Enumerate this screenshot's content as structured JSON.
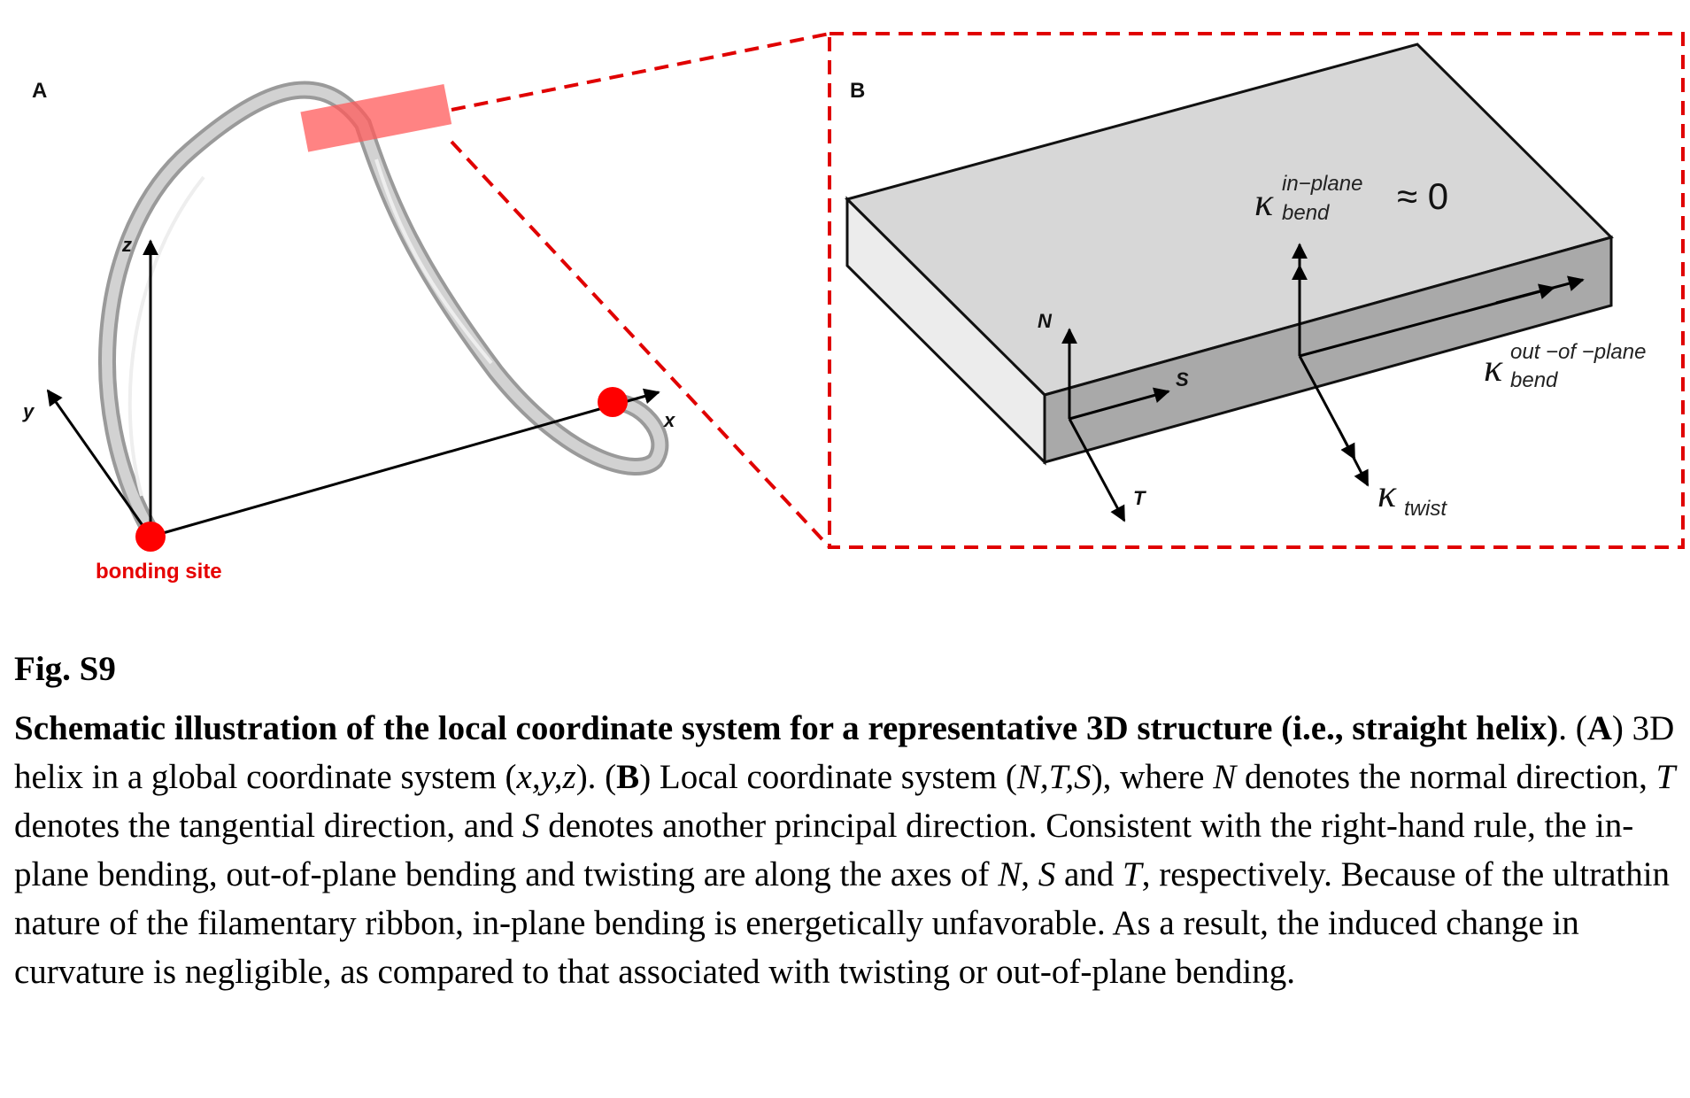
{
  "figure": {
    "panel_a": {
      "label": "A",
      "axis_x": "x",
      "axis_y": "y",
      "axis_z": "z",
      "bonding_site": "bonding site"
    },
    "panel_b": {
      "label": "B",
      "axis_n": "N",
      "axis_s": "S",
      "axis_t": "T",
      "kappa_symbol": "κ",
      "k_inplane_sup": "in−plane",
      "k_inplane_sub": "bend",
      "k_inplane_value": "≈ 0",
      "k_outplane_sup": "out −of −plane",
      "k_outplane_sub": "bend",
      "k_twist_sub": "twist"
    },
    "colors": {
      "ribbon": "#b8b8b8",
      "highlight": "#ff5a5a",
      "marker": "#ff0000",
      "dash": "#e00000",
      "slab_top": "#d7d7d7",
      "slab_front": "#a9a9a9",
      "slab_side": "#ececec"
    }
  },
  "caption": {
    "fig_label": "Fig. S9",
    "title_bold": "Schematic illustration of the local coordinate system for a representative 3D structure (i.e., straight helix)",
    "s1": ".  (",
    "a_label": "A",
    "s2": ") 3D helix in a global coordinate system (",
    "xyz": "x,y,z",
    "s3": ").  (",
    "b_label": "B",
    "s4": ") Local coordinate system (",
    "nts": "N,T,S",
    "s5": "), where ",
    "n1": "N",
    "s6": " denotes the normal direction, ",
    "t1": "T",
    "s7": " denotes the tangential direction, and ",
    "s_1": "S",
    "s8": " denotes another principal direction.  Consistent with the right-hand rule, the in-plane bending, out-of-plane bending and twisting are along the axes of ",
    "n2": "N",
    "s9": ", ",
    "s_2": "S",
    "s10": " and ",
    "t2": "T",
    "s11": ", respectively.  Because of the ultrathin nature of the filamentary ribbon, in-plane bending is energetically unfavorable.  As a result, the induced change in curvature is negligible, as compared to that associated with twisting or out-of-plane bending."
  }
}
